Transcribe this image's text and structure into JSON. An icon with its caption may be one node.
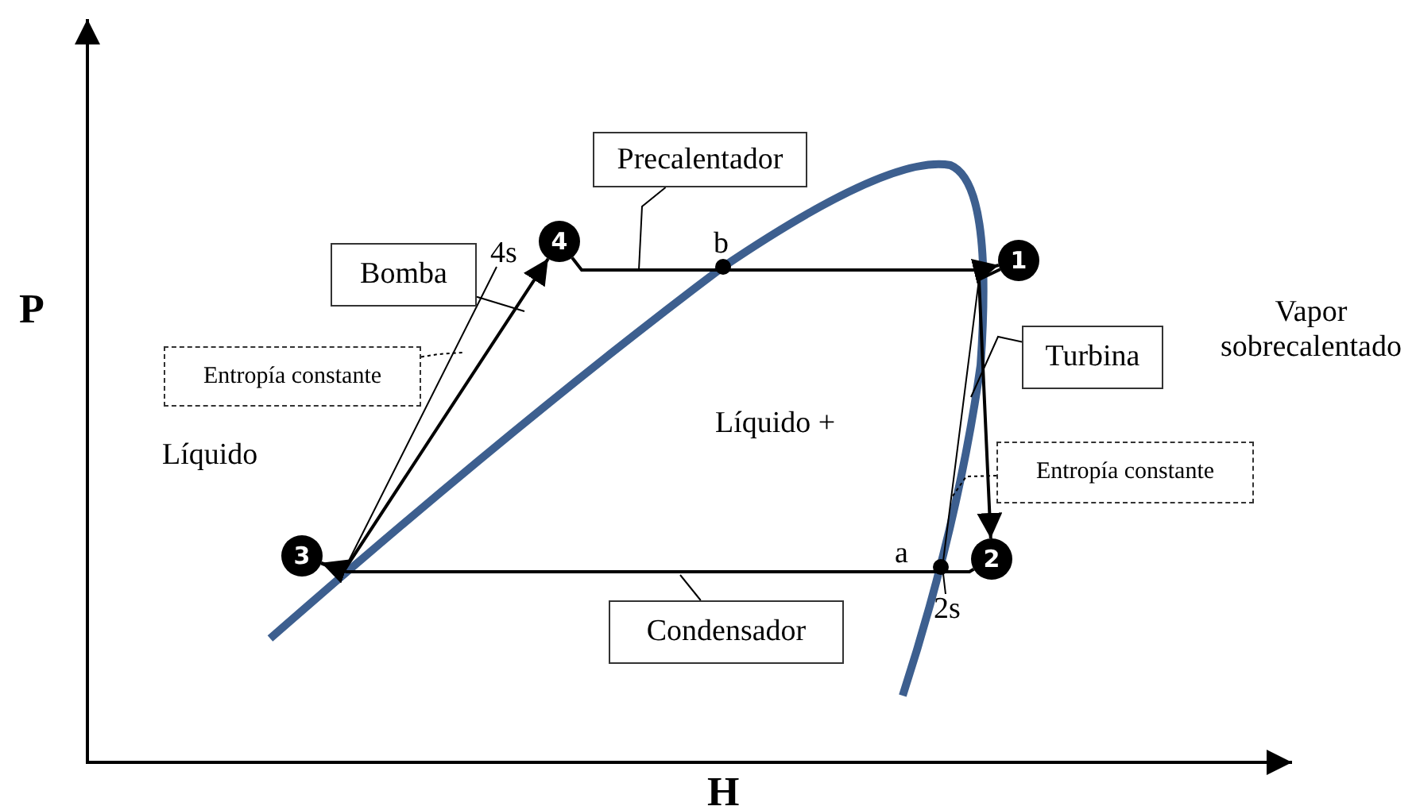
{
  "diagram": {
    "nodes": [
      {
        "text": [
          "Precalentador"
        ]
      },
      {
        "text": [
          "4s"
        ]
      },
      {
        "text": [
          "4"
        ]
      },
      {
        "text": [
          "Bomba"
        ]
      },
      {
        "text": [
          "1"
        ]
      },
      {
        "text": [
          "Entropía constante"
        ]
      },
      {
        "text": [
          "Turbina"
        ]
      },
      {
        "text": [
          "Entropía constante"
        ]
      },
      {
        "text": [
          "2"
        ]
      },
      {
        "text": [
          "3"
        ]
      },
      {
        "text": [
          "Condensador"
        ]
      },
      {
        "text": [
          "2s"
        ]
      }
    ],
    "edges": [
      {
        "from": 9,
        "to": 2,
        "arrow": "to"
      },
      {
        "from": 2,
        "to": 4,
        "arrow": "to"
      },
      {
        "from": 4,
        "to": 8,
        "arrow": "to"
      },
      {
        "from": 8,
        "to": 9,
        "arrow": "to"
      },
      {
        "from": 9,
        "to": 1,
        "arrow": "none"
      },
      {
        "from": 4,
        "to": 11,
        "arrow": "none"
      },
      {
        "from": 0,
        "to": null,
        "arrow": "none"
      },
      {
        "from": 3,
        "to": null,
        "arrow": "none"
      },
      {
        "from": 5,
        "to": null,
        "arrow": "none",
        "style": "dashed"
      },
      {
        "from": 6,
        "to": null,
        "arrow": "none"
      },
      {
        "from": 7,
        "to": null,
        "arrow": "none",
        "style": "dashed"
      },
      {
        "from": 10,
        "to": null,
        "arrow": "none"
      }
    ],
    "labels": [
      "b",
      "P",
      "Vapor sobrecalentado",
      "Líquido +",
      "Líquido",
      "a",
      "H"
    ]
  }
}
